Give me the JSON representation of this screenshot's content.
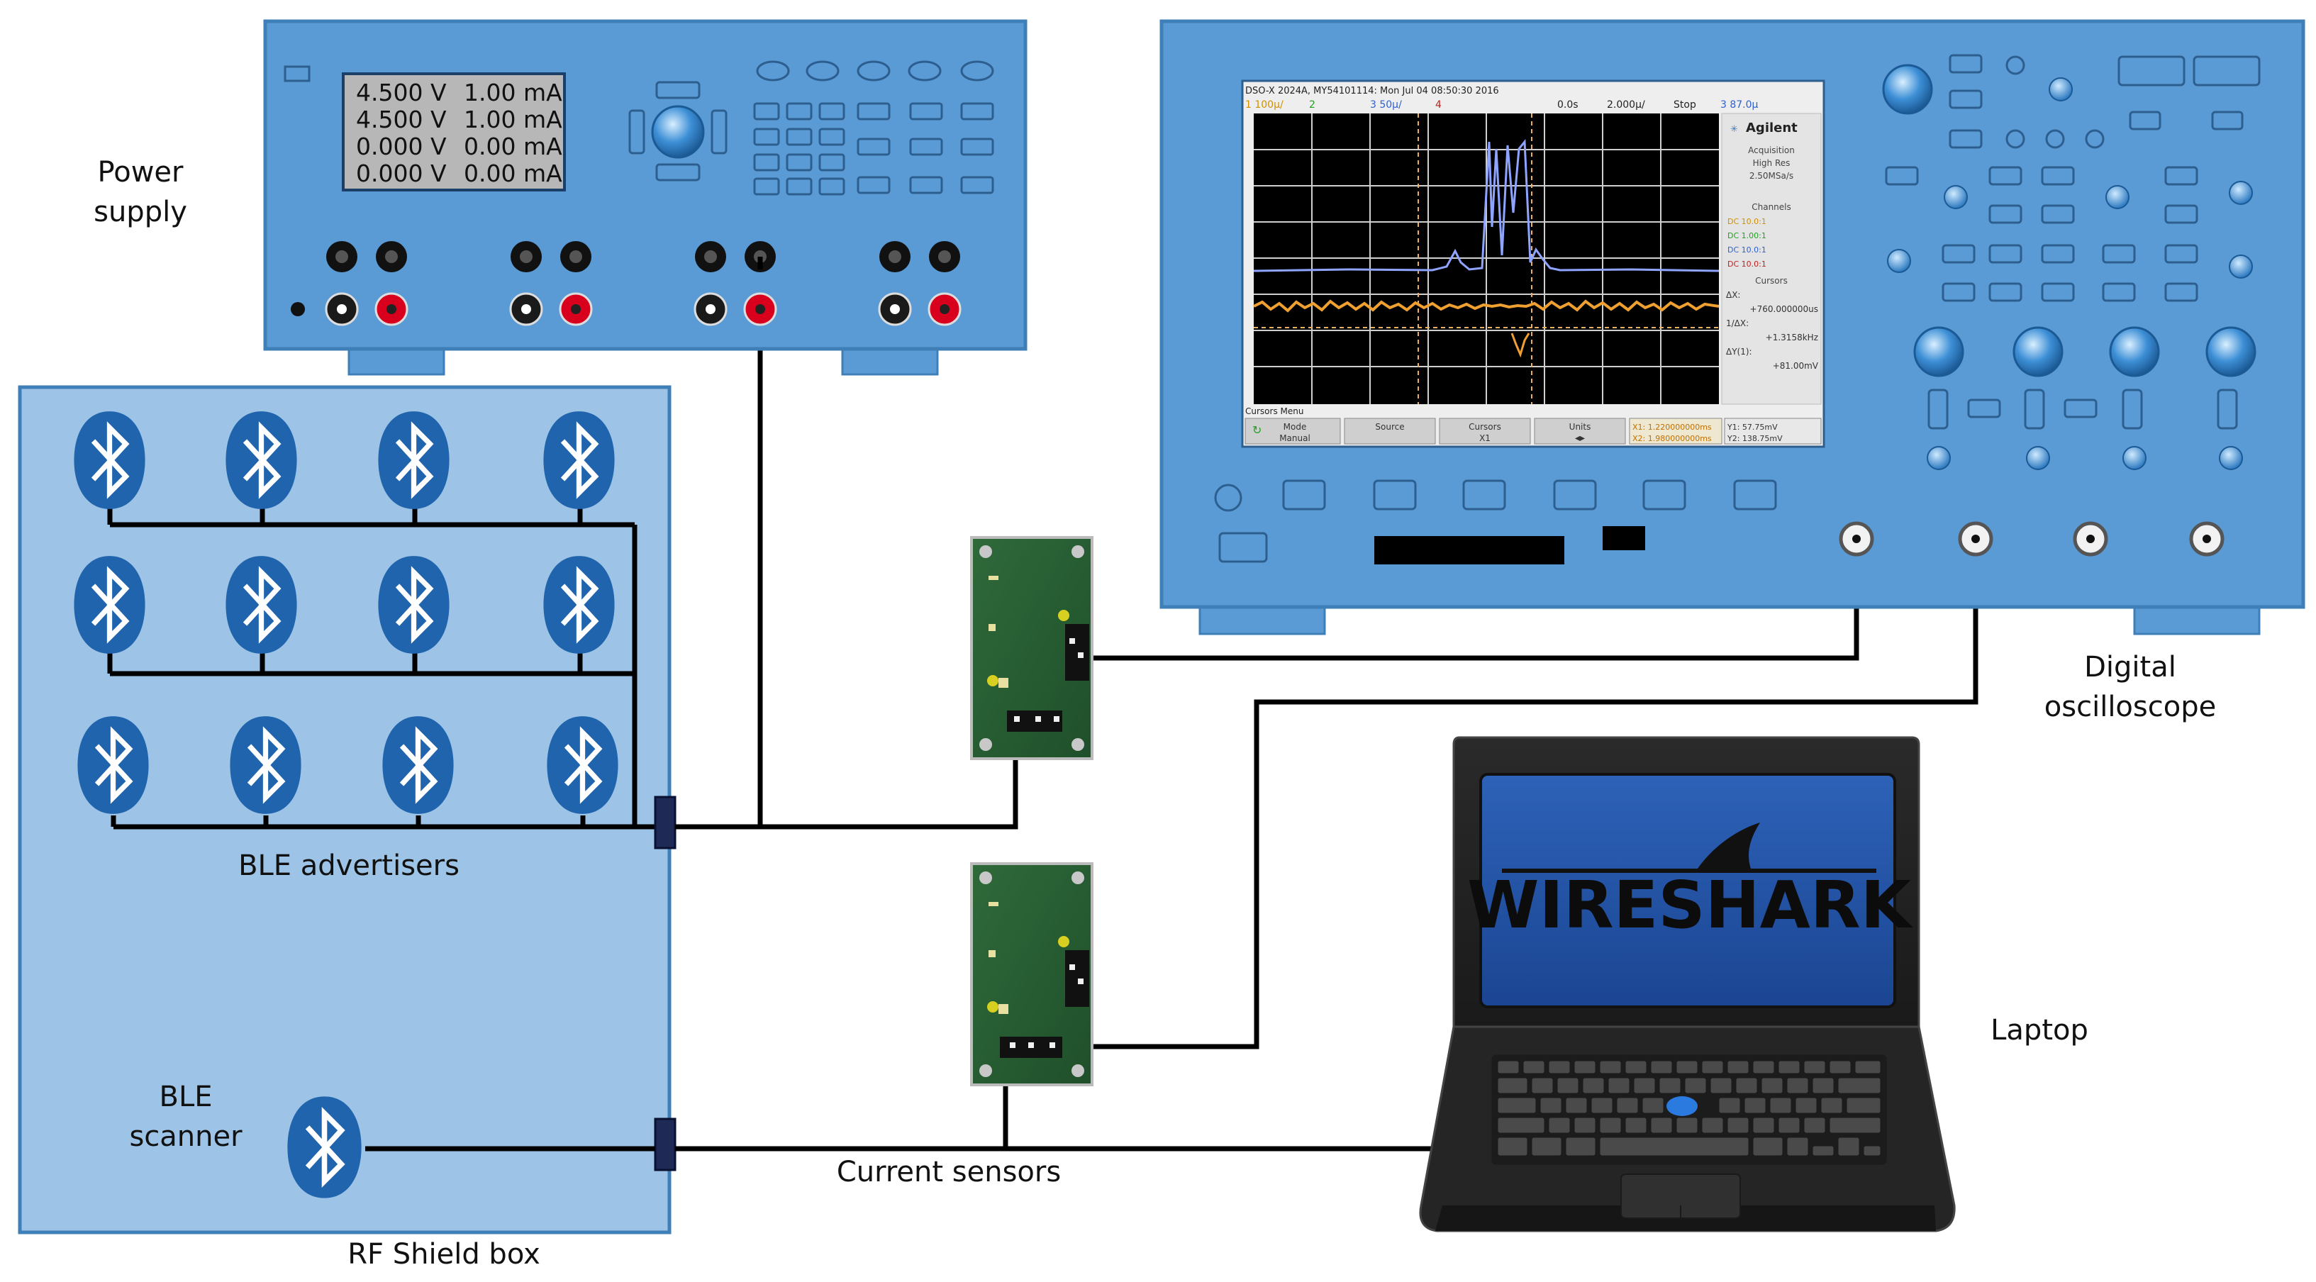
{
  "labels": {
    "power_supply_1": "Power",
    "power_supply_2": "supply",
    "ble_advertisers": "BLE advertisers",
    "ble_scanner_1": "BLE",
    "ble_scanner_2": "scanner",
    "rf_shield_box": "RF Shield box",
    "current_sensors": "Current sensors",
    "digital_osc_1": "Digital",
    "digital_osc_2": "oscilloscope",
    "laptop": "Laptop"
  },
  "power_supply_display": {
    "rows": [
      {
        "volt": "4.500 V",
        "amp": "1.00 mA"
      },
      {
        "volt": "4.500 V",
        "amp": "1.00 mA"
      },
      {
        "volt": "0.000 V",
        "amp": "0.00 mA"
      },
      {
        "volt": "0.000 V",
        "amp": "0.00 mA"
      }
    ]
  },
  "oscilloscope_screen": {
    "header": "DSO-X 2024A, MY54101114: Mon Jul 04 08:50:30 2016",
    "ch1": "1   100µ/",
    "ch2": "2",
    "ch3": "3   50µ/",
    "ch4": "4",
    "time_offset": "0.0s",
    "timebase": "2.000µ/",
    "run_state": "Stop",
    "trigger": "3   87.0µ",
    "brand": "Agilent",
    "acq_title": "Acquisition",
    "acq_mode": "High Res",
    "acq_rate": "2.50MSa/s",
    "channels_title": "Channels",
    "channel_rows": [
      "DC      10.0:1",
      "DC      1.00:1",
      "DC      10.0:1",
      "DC      10.0:1"
    ],
    "cursors_title": "Cursors",
    "dx_label": "ΔX:",
    "dx_value": "+760.000000us",
    "inv_dx_label": "1/ΔX:",
    "inv_dx_value": "+1.3158kHz",
    "dy_label": "ΔY(1):",
    "dy_value": "+81.00mV",
    "menu_title": "Cursors Menu",
    "soft_keys": [
      {
        "top": "Mode",
        "bottom": "Manual"
      },
      {
        "top": "Source",
        "bottom": ""
      },
      {
        "top": "Cursors",
        "bottom": "X1"
      },
      {
        "top": "Units",
        "bottom": ""
      }
    ],
    "x1": "X1: 1.220000000ms",
    "x2": "X2: 1.980000000ms",
    "y1": "Y1: 57.75mV",
    "y2": "Y2: 138.75mV"
  },
  "laptop_screen": {
    "logo": "WIRESHARK"
  },
  "colors": {
    "device_blue": "#5a9bd5",
    "device_border": "#3f7fb8",
    "box_fill": "#9dc3e6",
    "ble_blue": "#1f64ad",
    "wire": "#000000",
    "scope_trace_blue": "#8fa4ff",
    "scope_trace_orange": "#f0a030"
  },
  "icons": [
    "bluetooth-icon",
    "wireshark-fin-icon"
  ]
}
